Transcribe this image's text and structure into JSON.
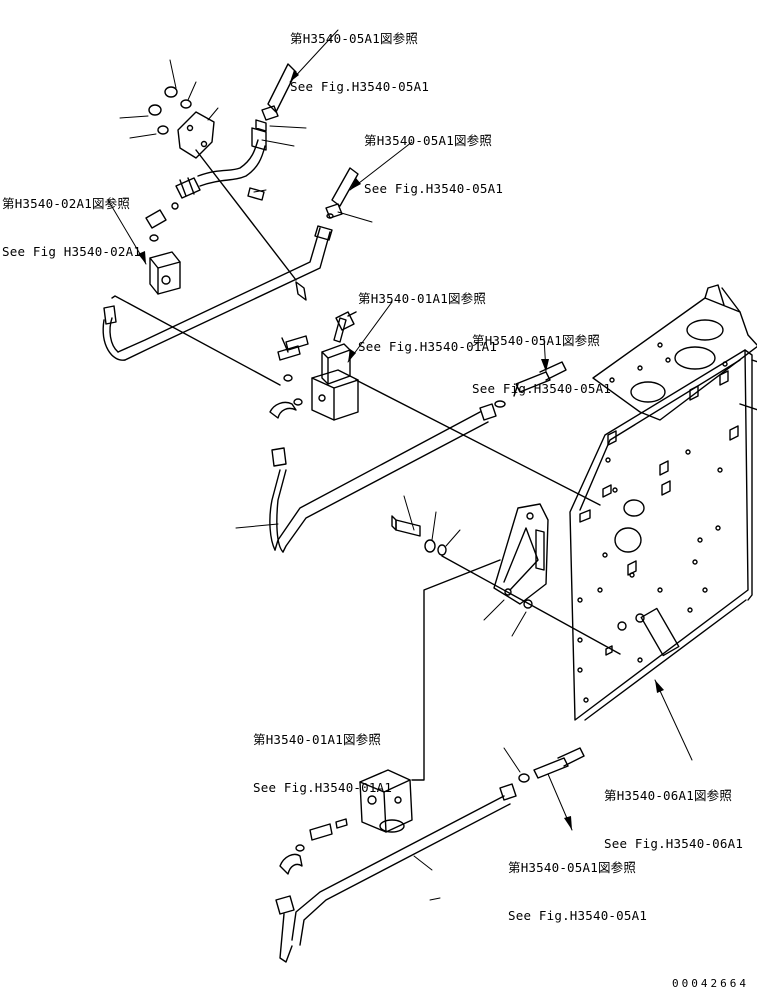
{
  "references": [
    {
      "id": "r1",
      "jp": "第H3540-05A1図参照",
      "en": "See Fig.H3540-05A1"
    },
    {
      "id": "r2",
      "jp": "第H3540-05A1図参照",
      "en": "See Fig.H3540-05A1"
    },
    {
      "id": "r3",
      "jp": "第H3540-02A1図参照",
      "en": "See Fig H3540-02A1"
    },
    {
      "id": "r4",
      "jp": "第H3540-01A1図参照",
      "en": "See Fig.H3540-01A1"
    },
    {
      "id": "r5",
      "jp": "第H3540-05A1図参照",
      "en": "See Fig.H3540-05A1"
    },
    {
      "id": "r6",
      "jp": "第H3540-01A1図参照",
      "en": "See Fig.H3540-01A1"
    },
    {
      "id": "r7",
      "jp": "第H3540-06A1図参照",
      "en": "See Fig.H3540-06A1"
    },
    {
      "id": "r8",
      "jp": "第H3540-05A1図参照",
      "en": "See Fig.H3540-05A1"
    }
  ],
  "document_number": "00042664"
}
